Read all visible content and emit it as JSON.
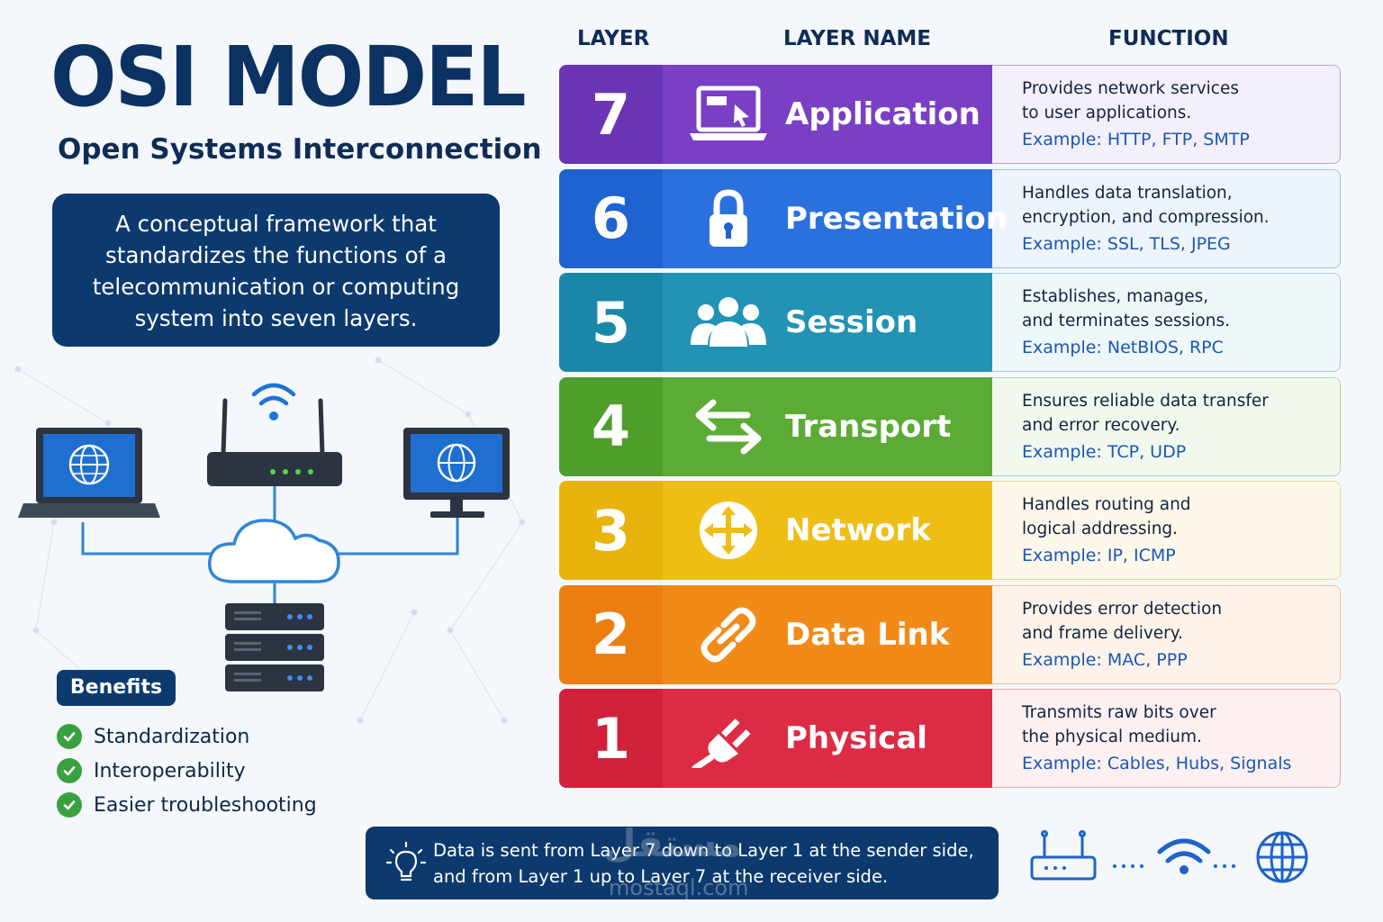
{
  "title": "OSI MODEL",
  "subtitle": "Open Systems Interconnection",
  "description": "A conceptual framework that standardizes the functions of a telecommunication or computing system into seven layers.",
  "benefits": {
    "label": "Benefits",
    "items": [
      "Standardization",
      "Interoperability",
      "Easier troubleshooting"
    ]
  },
  "table_headers": {
    "layer": "LAYER",
    "layer_name": "LAYER NAME",
    "function": "FUNCTION"
  },
  "layers": [
    {
      "num": "7",
      "name": "Application",
      "icon": "application-monitor-icon",
      "line1": "Provides network services",
      "line2": "to user applications.",
      "example": "Example: HTTP, FTP, SMTP",
      "color": "#6a35b5",
      "color_light": "#7a3fc4",
      "tint": "#f3effb",
      "border": "#b9a3df"
    },
    {
      "num": "6",
      "name": "Presentation",
      "icon": "lock-icon",
      "line1": "Handles data translation,",
      "line2": "encryption, and compression.",
      "example": "Example: SSL, TLS, JPEG",
      "color": "#1f63d1",
      "color_light": "#2b71de",
      "tint": "#edf4fc",
      "border": "#9dbde8"
    },
    {
      "num": "5",
      "name": "Session",
      "icon": "users-icon",
      "line1": "Establishes, manages,",
      "line2": "and terminates sessions.",
      "example": "Example: NetBIOS, RPC",
      "color": "#1b87a8",
      "color_light": "#2293b4",
      "tint": "#eef7fa",
      "border": "#9fcddb"
    },
    {
      "num": "4",
      "name": "Transport",
      "icon": "transfer-arrows-icon",
      "line1": "Ensures reliable data transfer",
      "line2": "and error recovery.",
      "example": "Example: TCP, UDP",
      "color": "#4e9e2c",
      "color_light": "#5bab35",
      "tint": "#f1f8ee",
      "border": "#b2d79f"
    },
    {
      "num": "3",
      "name": "Network",
      "icon": "router-arrows-icon",
      "line1": "Handles routing and",
      "line2": "logical addressing.",
      "example": "Example: IP, ICMP",
      "color": "#e8b40c",
      "color_light": "#efbe14",
      "tint": "#fdf8ea",
      "border": "#f0d58a"
    },
    {
      "num": "2",
      "name": "Data Link",
      "icon": "chain-link-icon",
      "line1": "Provides error detection",
      "line2": "and frame delivery.",
      "example": "Example: MAC, PPP",
      "color": "#ec7d10",
      "color_light": "#f28a18",
      "tint": "#fdf3ea",
      "border": "#f2c08f"
    },
    {
      "num": "1",
      "name": "Physical",
      "icon": "plug-icon",
      "line1": "Transmits raw bits over",
      "line2": "the physical medium.",
      "example": "Example: Cables, Hubs, Signals",
      "color": "#d0203a",
      "color_light": "#dc2c45",
      "tint": "#fcf0f1",
      "border": "#eca5b0"
    }
  ],
  "banner": {
    "line1": "Data is sent from Layer 7 down to Layer 1 at the sender side,",
    "line2": "and from Layer 1 up to Layer 7 at the receiver side."
  },
  "watermark": {
    "arabic": "مستقل",
    "latin": "mostaql.com"
  },
  "colors": {
    "navy": "#0d3a6e",
    "check_green": "#3aa13f",
    "accent_blue": "#1d63c9"
  }
}
